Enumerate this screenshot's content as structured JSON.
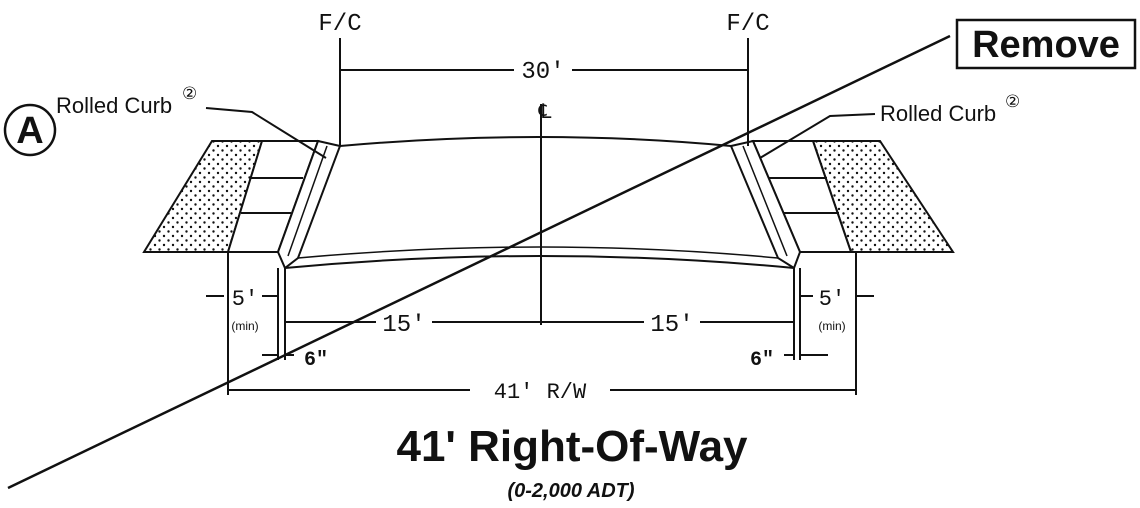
{
  "labels": {
    "fc_left": "F/C",
    "fc_right": "F/C",
    "remove": "Remove",
    "detail_letter": "A",
    "rolled_curb_left": "Rolled Curb",
    "rolled_curb_right": "Rolled Curb",
    "curb_note_left": "②",
    "curb_note_right": "②",
    "centerline_symbol": "℄",
    "dim_roadway": "30'",
    "dim_half_left": "15'",
    "dim_half_right": "15'",
    "dim_sidewalk_left": "5'",
    "dim_sidewalk_right": "5'",
    "dim_min_left": "(min)",
    "dim_min_right": "(min)",
    "dim_curb_left": "6\"",
    "dim_curb_right": "6\"",
    "dim_row": "41' R/W",
    "title": "41' Right-Of-Way",
    "subtitle": "(0-2,000 ADT)"
  },
  "colors": {
    "ink": "#111111",
    "background": "#ffffff"
  }
}
